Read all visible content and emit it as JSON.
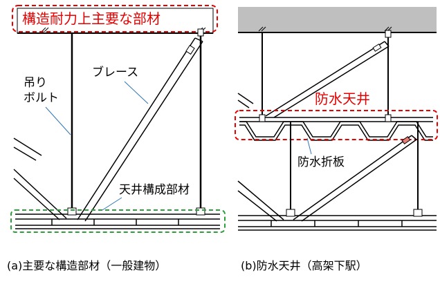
{
  "panel_a": {
    "title_box_label": "構造耐力上主要な部材",
    "hanger_bolt_label_line1": "吊り",
    "hanger_bolt_label_line2": "ボルト",
    "brace_label": "ブレース",
    "ceiling_member_label": "天井構成部材",
    "caption": "(a)主要な構造部材（一般建物）"
  },
  "panel_b": {
    "waterproof_ceiling_label": "防水天井",
    "folded_plate_label": "防水折板",
    "caption": "(b)防水天井（高架下駅）"
  },
  "colors": {
    "red_label": "#e60000",
    "red_dash": "#e60000",
    "green_dash": "#2e9e3a",
    "leader_blue": "#2e75b6",
    "slab_gray": "#bfbfbf"
  }
}
